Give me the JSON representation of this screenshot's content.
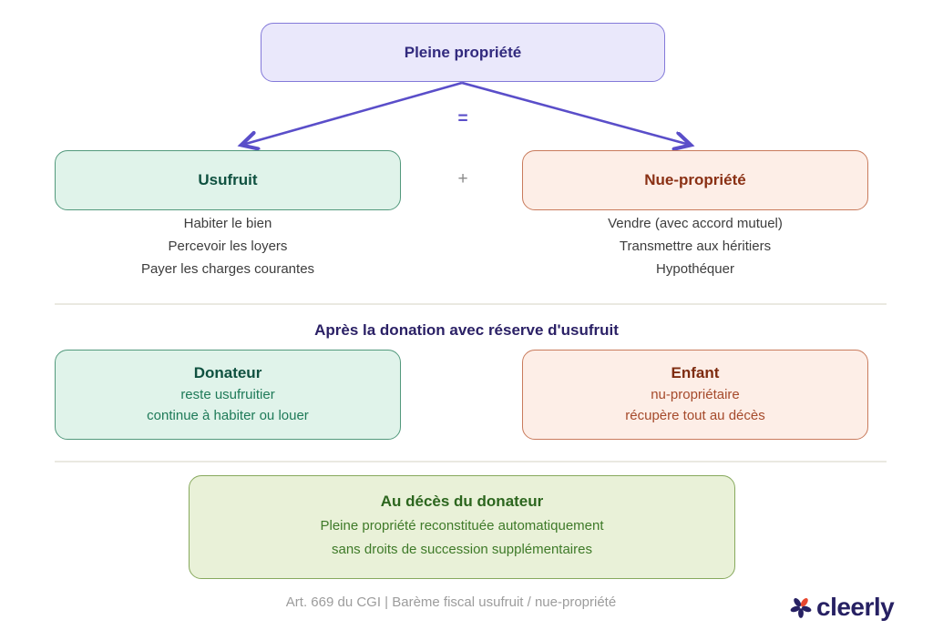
{
  "equation": {
    "full_ownership": {
      "title": "Pleine propriété"
    },
    "equals_sign": "=",
    "plus_sign": "+",
    "usufruct": {
      "title": "Usufruit",
      "rights": [
        "Habiter le bien",
        "Percevoir les loyers",
        "Payer les charges courantes"
      ]
    },
    "bare_ownership": {
      "title": "Nue-propriété",
      "rights": [
        "Vendre (avec accord mutuel)",
        "Transmettre aux héritiers",
        "Hypothéquer"
      ]
    }
  },
  "after_donation": {
    "heading": "Après la donation avec réserve d'usufruit",
    "donor": {
      "title": "Donateur",
      "details": [
        "reste usufruitier",
        "continue à habiter ou louer"
      ]
    },
    "child": {
      "title": "Enfant",
      "details": [
        "nu-propriétaire",
        "récupère tout au décès"
      ]
    }
  },
  "on_death": {
    "title": "Au décès du donateur",
    "details": [
      "Pleine propriété reconstituée automatiquement",
      "sans droits de succession supplémentaires"
    ]
  },
  "footer": {
    "legal_note": "Art. 669 du CGI | Barème fiscal usufruit / nue-propriété",
    "brand_name": "cleerly"
  },
  "colors": {
    "purple_accent": "#5a4ec9",
    "purple_box_bg": "#eae8fb",
    "purple_box_border": "#8379d9",
    "purple_title": "#322a7e",
    "green_box_bg": "#e0f3ea",
    "green_box_border": "#52997c",
    "green_title": "#0f5140",
    "green_text": "#1e7a58",
    "peach_box_bg": "#fdeee7",
    "peach_box_border": "#c97b5c",
    "peach_title": "#8a3014",
    "peach_text": "#a54a2b",
    "olive_box_bg": "#e9f1d8",
    "olive_box_border": "#87a95d",
    "olive_title": "#2c661e",
    "olive_text": "#3e7a28",
    "list_text": "#3d3d3d",
    "divider": "#eae9e1",
    "footer_text": "#9c9c9c",
    "brand_navy": "#272163",
    "brand_red": "#e8472f"
  }
}
